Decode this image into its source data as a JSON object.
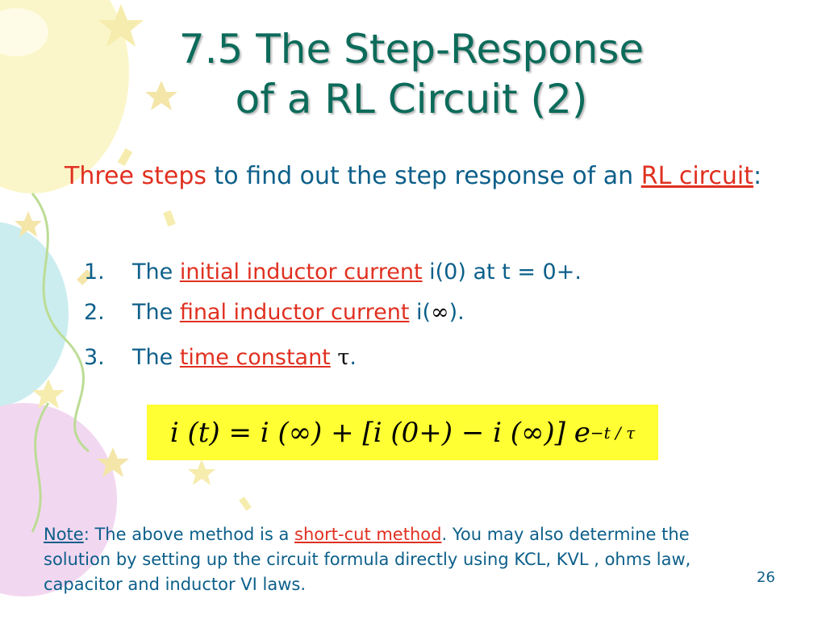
{
  "slide": {
    "title_line1": "7.5 The Step-Response",
    "title_line2": "of a RL Circuit (2)",
    "intro": {
      "highlight": "Three steps",
      "text1": " to find out the step response of an ",
      "link": "RL circuit",
      "text2": ":"
    },
    "steps": [
      {
        "num": "1.",
        "lead": "The ",
        "link": "initial inductor current",
        "tail": " i(0) at t = 0+."
      },
      {
        "num": "2.",
        "lead": "The ",
        "link": "final inductor current",
        "tail_pre": " i(",
        "symbol": "∞",
        "tail_post": ")."
      },
      {
        "num": "3.",
        "lead": "The ",
        "link": "time constant",
        "symbol": " τ",
        "tail_post": "."
      }
    ],
    "formula": {
      "main": "i (t)  =  i (∞) + [i (0+) − i (∞)] e",
      "exponent": "−t / τ"
    },
    "note": {
      "label": "Note",
      "text1": ": The above method is a ",
      "link": "short-cut method",
      "text2": ". You may also determine the solution by setting up the circuit formula directly using KCL, KVL , ohms law, capacitor and inductor VI laws."
    },
    "page_number": "26"
  },
  "colors": {
    "title": "#0c6b5a",
    "body_text": "#0c5f8a",
    "highlight": "#e03020",
    "formula_bg": "#ffff33"
  }
}
